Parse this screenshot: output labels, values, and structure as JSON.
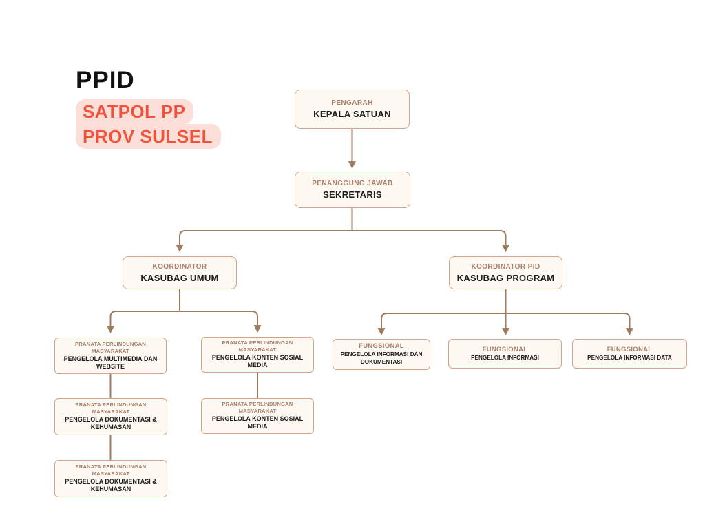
{
  "header": {
    "title": "PPID",
    "subtitle_line1": "SATPOL PP",
    "subtitle_line2": "PROV SULSEL"
  },
  "colors": {
    "background": "#FFFFFF",
    "accent_red": "#F0533A",
    "highlight_pink": "#FBDED7",
    "box_fill": "#FDF8F1",
    "box_border": "#D2A384",
    "role_text": "#A9806A",
    "name_text": "#1C1C1C",
    "connector": "#9C7B5F"
  },
  "nodes": [
    {
      "id": "pengarah",
      "role": "PENGARAH",
      "name": "KEPALA SATUAN"
    },
    {
      "id": "sekretaris",
      "role": "PENANGGUNG JAWAB",
      "name": "SEKRETARIS"
    },
    {
      "id": "kasubag-umum",
      "role": "KOORDINATOR",
      "name": "KASUBAG UMUM"
    },
    {
      "id": "kasubag-program",
      "role": "KOORDINATOR PID",
      "name": "KASUBAG PROGRAM"
    },
    {
      "id": "multimedia",
      "role": "PRANATA PERLINDUNGAN MASYARAKAT",
      "name": "PENGELOLA MULTIMEDIA DAN WEBSITE"
    },
    {
      "id": "dokumentasi-1",
      "role": "PRANATA PERLINDUNGAN MASYARAKAT",
      "name": "PENGELOLA DOKUMENTASI & KEHUMASAN"
    },
    {
      "id": "dokumentasi-2",
      "role": "PRANATA PERLINDUNGAN MASYARAKAT",
      "name": "PENGELOLA DOKUMENTASI & KEHUMASAN"
    },
    {
      "id": "konten-1",
      "role": "PRANATA PERLINDUNGAN MASYARAKAT",
      "name": "PENGELOLA KONTEN SOSIAL MEDIA"
    },
    {
      "id": "konten-2",
      "role": "PRANATA PERLINDUNGAN MASYARAKAT",
      "name": "PENGELOLA KONTEN SOSIAL MEDIA"
    },
    {
      "id": "fungsional-1",
      "role": "FUNGSIONAL",
      "name": "PENGELOLA INFORMASI DAN DOKUMENTASI"
    },
    {
      "id": "fungsional-2",
      "role": "FUNGSIONAL",
      "name": "PENGELOLA INFORMASI"
    },
    {
      "id": "fungsional-3",
      "role": "FUNGSIONAL",
      "name": "PENGELOLA INFORMASI DATA"
    }
  ],
  "edges": [
    {
      "from": "pengarah",
      "to": "sekretaris",
      "arrow": true
    },
    {
      "from": "sekretaris",
      "to": "kasubag-umum",
      "arrow": true
    },
    {
      "from": "sekretaris",
      "to": "kasubag-program",
      "arrow": true
    },
    {
      "from": "kasubag-umum",
      "to": "multimedia",
      "arrow": true
    },
    {
      "from": "kasubag-umum",
      "to": "konten-1",
      "arrow": true
    },
    {
      "from": "multimedia",
      "to": "dokumentasi-1",
      "arrow": false
    },
    {
      "from": "dokumentasi-1",
      "to": "dokumentasi-2",
      "arrow": false
    },
    {
      "from": "konten-1",
      "to": "konten-2",
      "arrow": false
    },
    {
      "from": "kasubag-program",
      "to": "fungsional-1",
      "arrow": true
    },
    {
      "from": "kasubag-program",
      "to": "fungsional-2",
      "arrow": true
    },
    {
      "from": "kasubag-program",
      "to": "fungsional-3",
      "arrow": true
    }
  ]
}
